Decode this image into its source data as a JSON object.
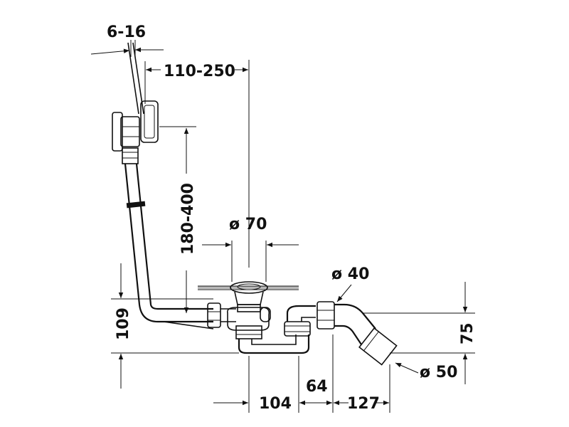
{
  "colors": {
    "line": "#111111",
    "background": "#ffffff",
    "fill": "#ffffff",
    "rim": "#b8b8b8"
  },
  "labels": {
    "wall_gap": "6-16",
    "overflow_offset": "110-250",
    "overflow_height": "180-400",
    "waste_diameter": "ø 70",
    "outlet_diameter": "ø 40",
    "pipe_diameter": "ø 50",
    "trap_height_left": "109",
    "trap_height_right": "75",
    "dist_waste_trap": "104",
    "dist_trap_outlet": "64",
    "dist_outlet_end": "127"
  }
}
